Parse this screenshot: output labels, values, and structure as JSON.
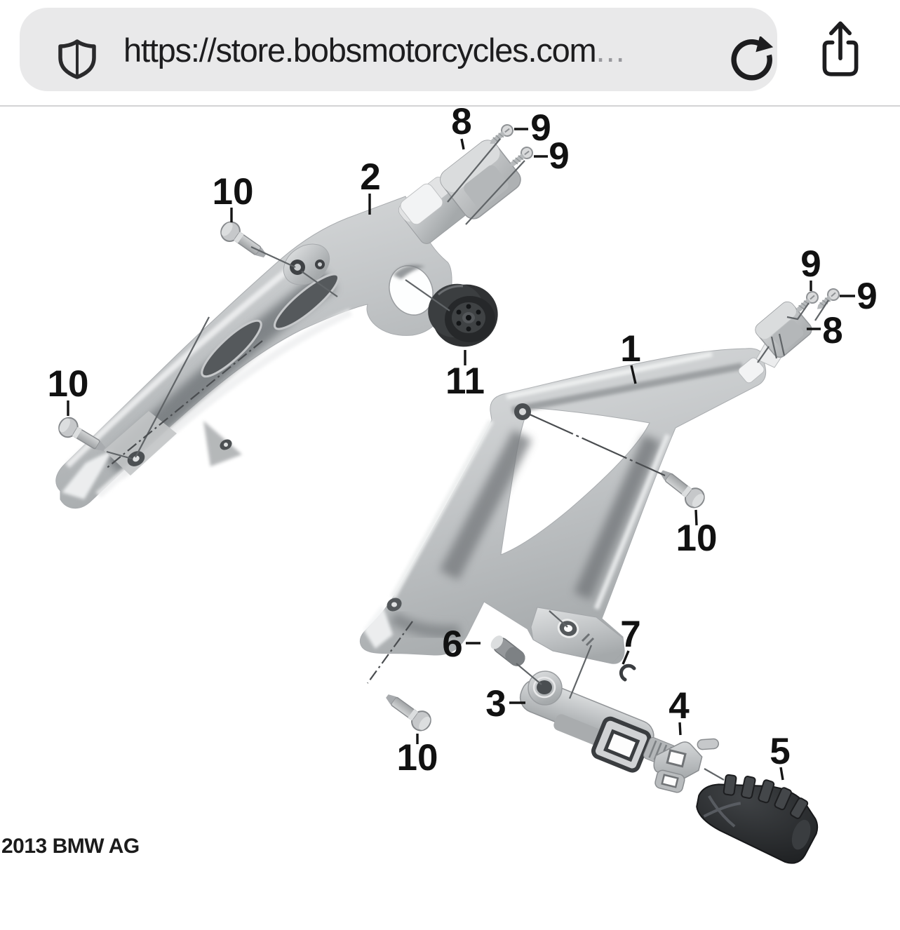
{
  "browser": {
    "address_bar": {
      "url": "https://store.bobsmotorcycles.com",
      "truncation": "...",
      "shield_icon": "site-privacy-shield",
      "reload_icon": "reload-page",
      "share_icon": "share-page"
    }
  },
  "diagram": {
    "description": "Exploded parts diagram of motorcycle footrest brackets",
    "copyright": "2013 BMW AG",
    "callouts": [
      {
        "part": "8",
        "label": "8"
      },
      {
        "part": "9",
        "label": "9"
      },
      {
        "part": "9",
        "label": "9"
      },
      {
        "part": "2",
        "label": "2"
      },
      {
        "part": "10",
        "label": "10"
      },
      {
        "part": "10",
        "label": "10"
      },
      {
        "part": "11",
        "label": "11"
      },
      {
        "part": "1",
        "label": "1"
      },
      {
        "part": "9",
        "label": "9"
      },
      {
        "part": "9",
        "label": "9"
      },
      {
        "part": "8",
        "label": "8"
      },
      {
        "part": "10",
        "label": "10"
      },
      {
        "part": "7",
        "label": "7"
      },
      {
        "part": "6",
        "label": "6"
      },
      {
        "part": "3",
        "label": "3"
      },
      {
        "part": "4",
        "label": "4"
      },
      {
        "part": "10",
        "label": "10"
      },
      {
        "part": "5",
        "label": "5"
      }
    ]
  }
}
